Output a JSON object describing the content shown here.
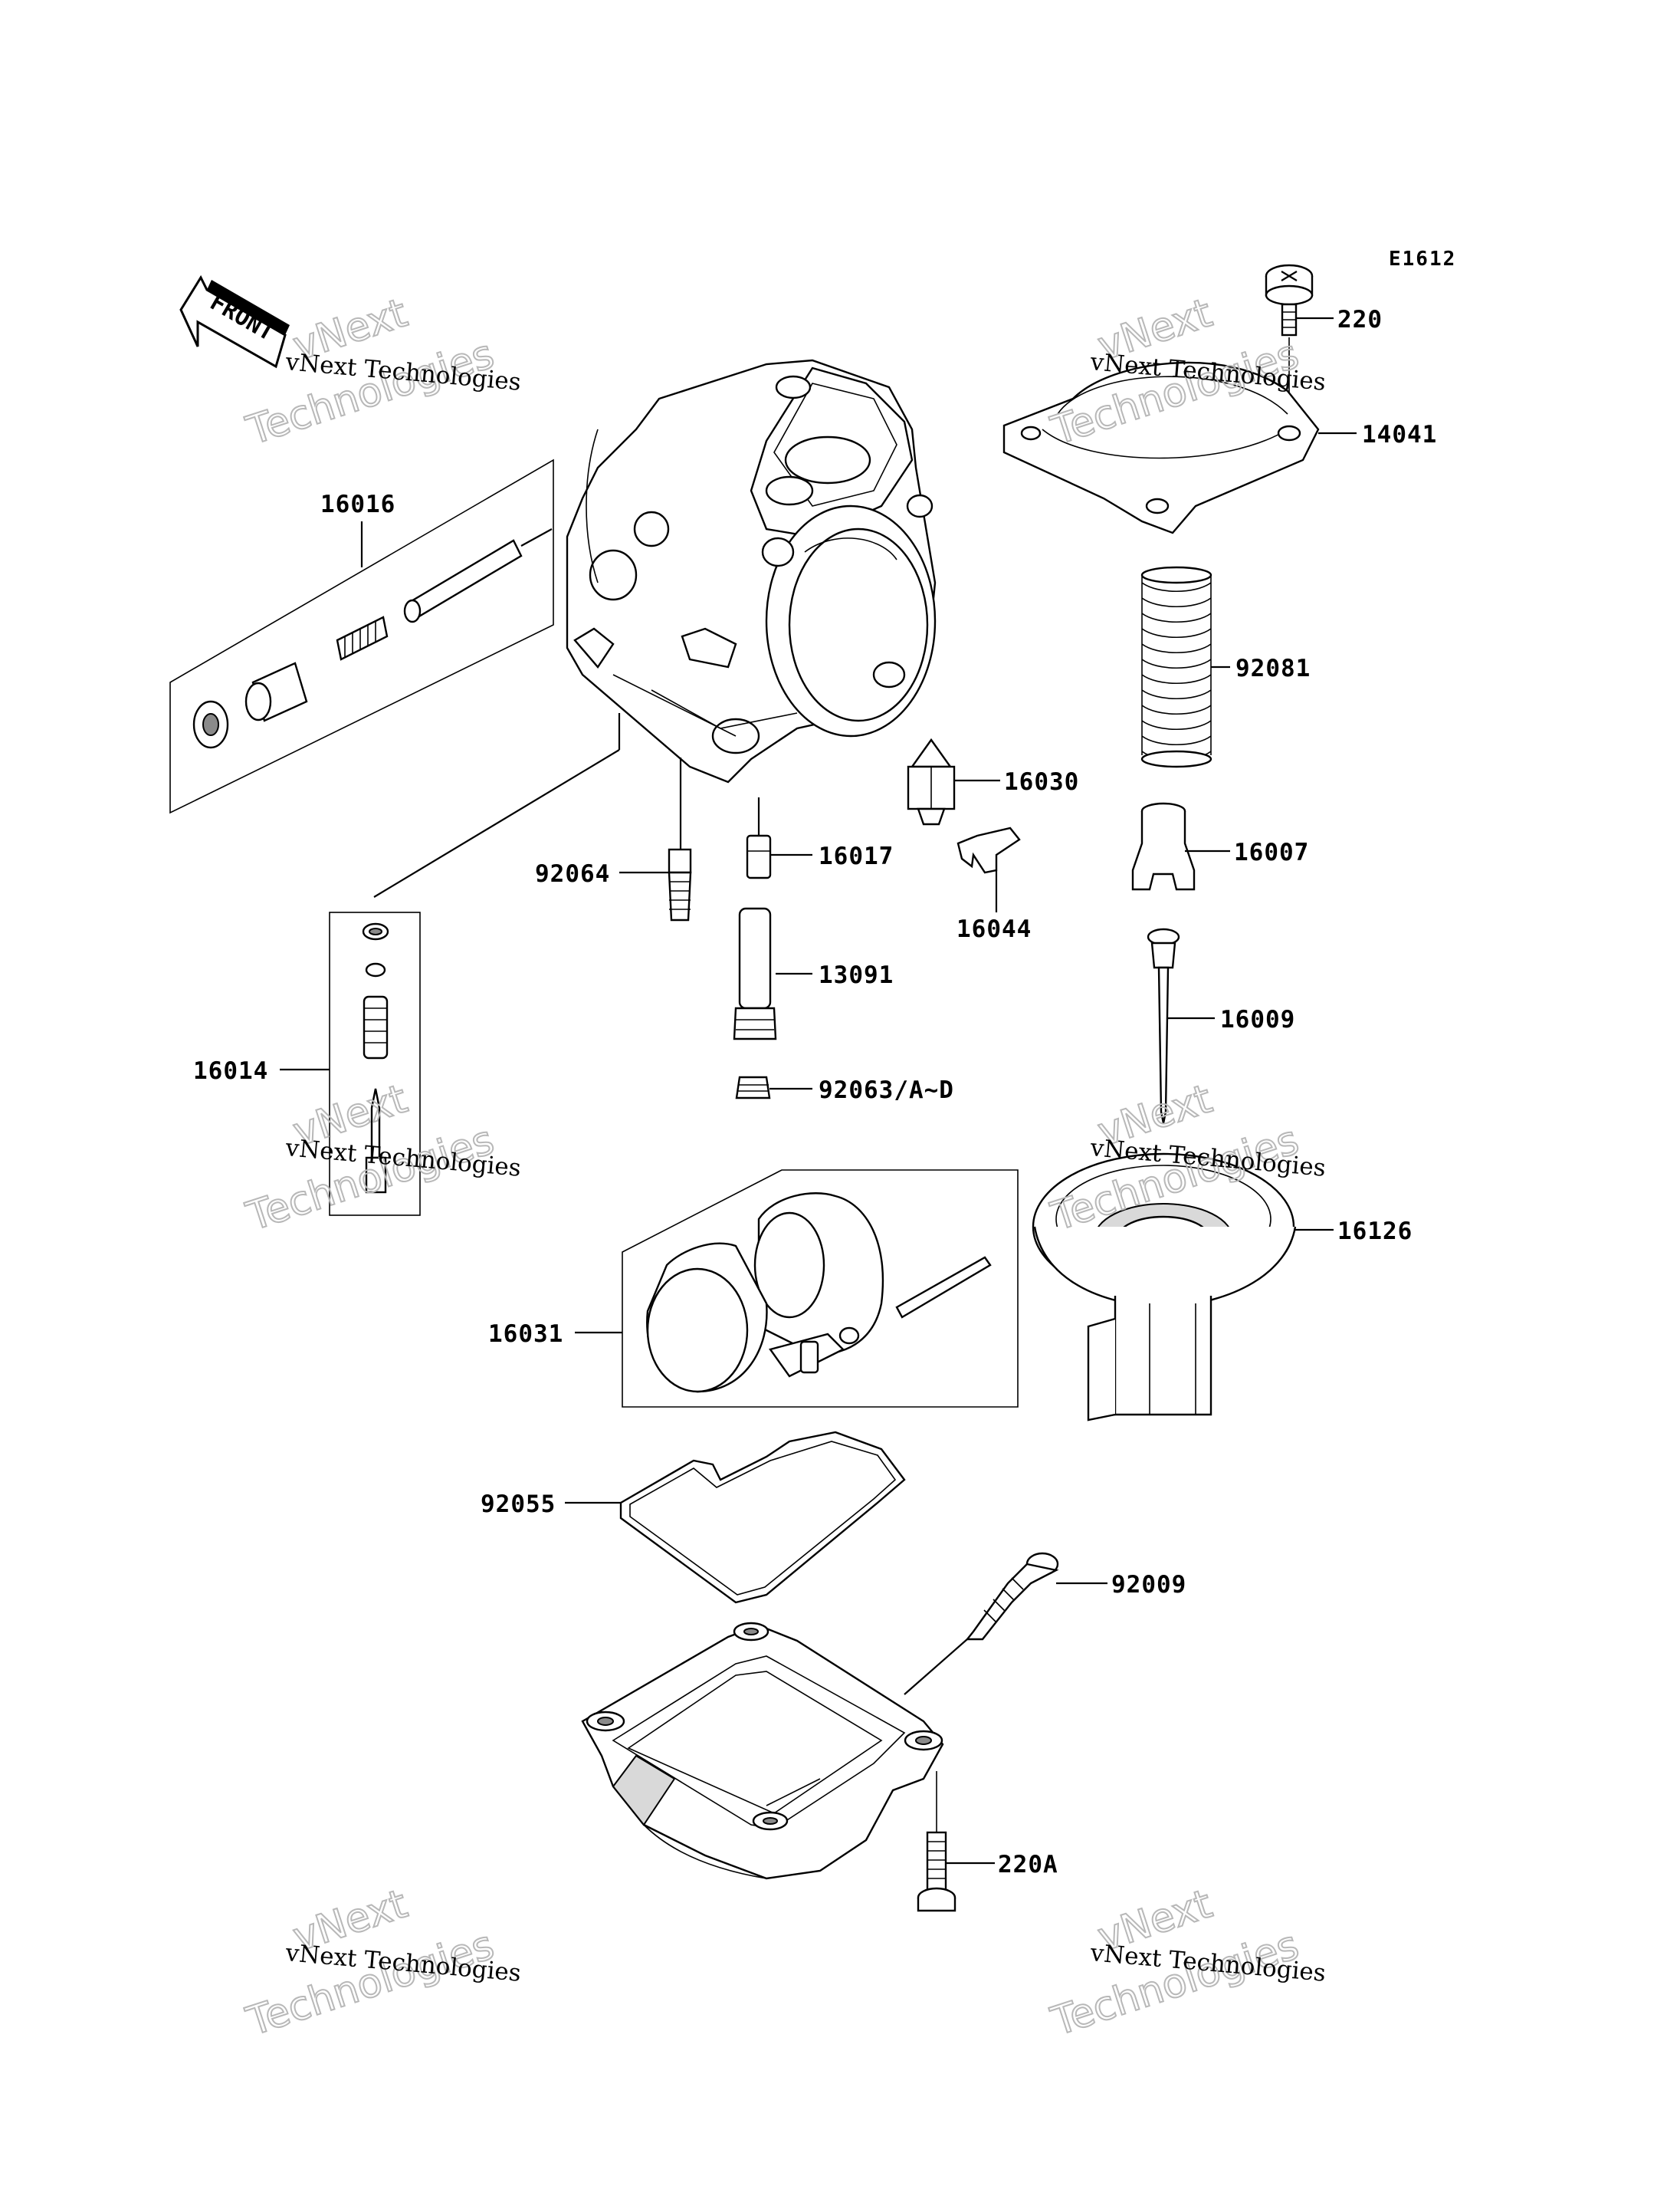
{
  "diagram": {
    "code": "E1612",
    "front_label": "FRONT",
    "watermark": {
      "small": "vNext Technologies",
      "big_line1": "vNext",
      "big_line2": "Technologies"
    },
    "parts": {
      "p220": "220",
      "p14041": "14041",
      "p16016": "16016",
      "p92081": "92081",
      "p16030": "16030",
      "p92064": "92064",
      "p16017": "16017",
      "p16007": "16007",
      "p16044": "16044",
      "p13091": "13091",
      "p16009": "16009",
      "p16014": "16014",
      "p92063": "92063/A~D",
      "p16126": "16126",
      "p16031": "16031",
      "p92055": "92055",
      "p92009": "92009",
      "p220A": "220A"
    }
  }
}
